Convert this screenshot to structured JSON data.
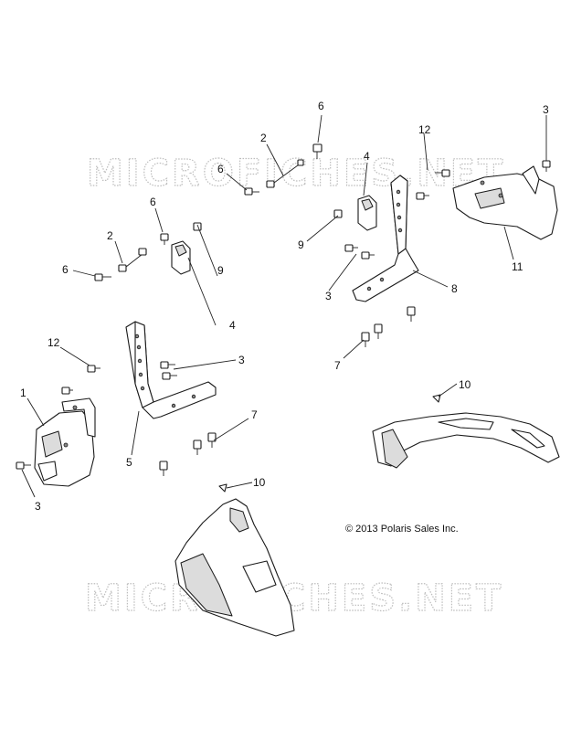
{
  "watermarks": [
    "MICROFICHES.NET",
    "MICROFICHES.NET"
  ],
  "callouts": [
    "6",
    "2",
    "6",
    "6",
    "2",
    "6",
    "12",
    "1",
    "3",
    "9",
    "4",
    "3",
    "5",
    "7",
    "10",
    "4",
    "12",
    "9",
    "3",
    "8",
    "3",
    "11",
    "7",
    "10"
  ],
  "copyright": "© 2013 Polaris Sales Inc."
}
